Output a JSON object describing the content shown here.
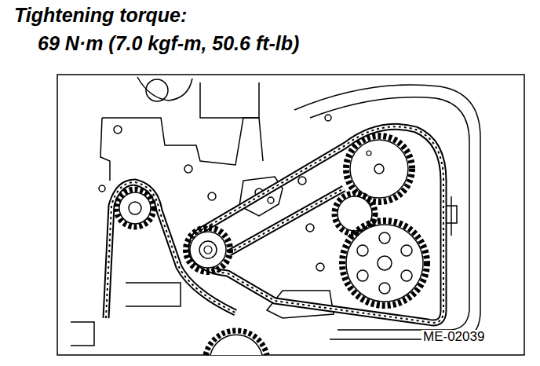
{
  "diagram": {
    "title": "Tightening torque:",
    "labels": [
      "69 N·m (7.0 kgf-m, 50.6 ft-lb)",
      "ME-02039"
    ]
  }
}
